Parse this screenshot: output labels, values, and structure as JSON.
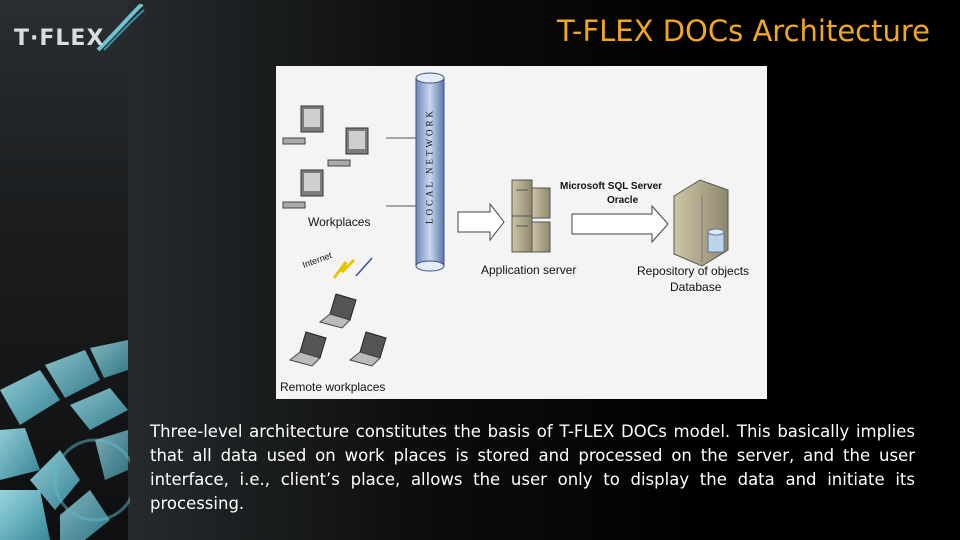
{
  "logo": {
    "text": "T·FLEX"
  },
  "slide": {
    "title": "T-FLEX DOCs Architecture"
  },
  "diagram": {
    "network_label": "LOCAL NETWORK",
    "workplaces_label": "Workplaces",
    "internet_label": "Internet",
    "remote_label": "Remote workplaces",
    "app_server_label": "Application server",
    "db_engine_1": "Microsoft SQL Server",
    "db_engine_2": "Oracle",
    "repository_label": "Repository of objects",
    "database_label": "Database"
  },
  "caption": {
    "text": "Three-level architecture constitutes the basis of T-FLEX DOCs model. This basically implies that all data used on work places is stored and processed on the server, and the user interface, i.e., client’s place, allows the user only to display the data and initiate its processing."
  },
  "colors": {
    "title": "#f2a81c",
    "background": "#000000",
    "accent_teal": "#5fb9c9"
  }
}
